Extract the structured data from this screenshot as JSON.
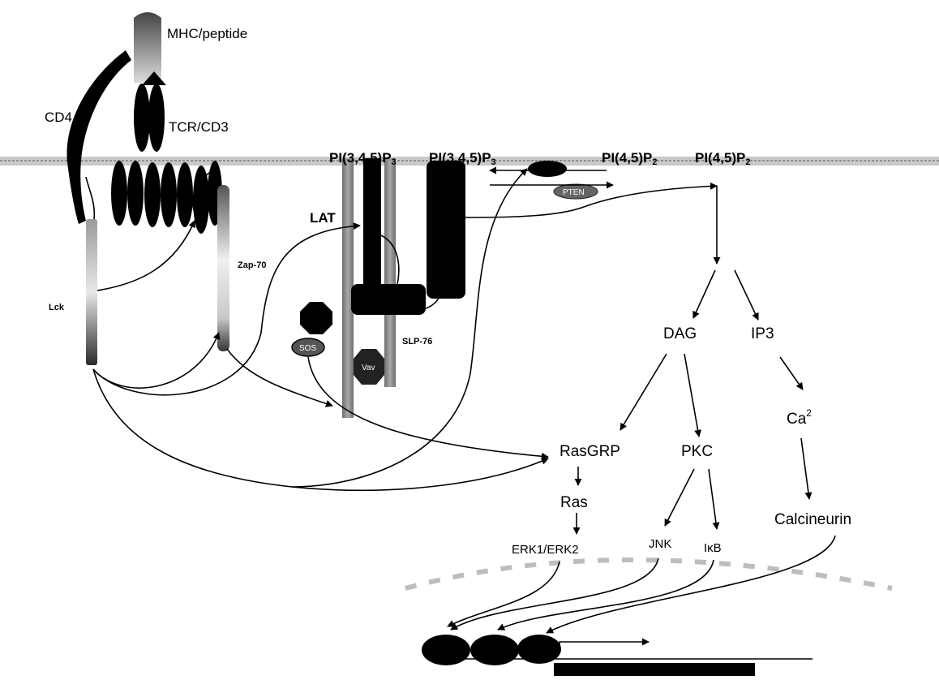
{
  "labels": {
    "mhc_peptide": "MHC/peptide",
    "cd4": "CD4",
    "tcr_cd3": "TCR/CD3",
    "lck": "Lck",
    "zap70": "Zap-70",
    "lat": "LAT",
    "slp76": "SLP-76",
    "sos": "SOS",
    "vav": "Vav",
    "pip3_left": "PI(3,4,5)P",
    "pip3_left_sub": "3",
    "pip3_right": "PI(3,4,5)P",
    "pip3_right_sub": "3",
    "pip2_left": "PI(4,5)P",
    "pip2_left_sub": "2",
    "pip2_right": "PI(4,5)P",
    "pip2_right_sub": "2",
    "pten": "PTEN",
    "dag": "DAG",
    "ip3": "IP3",
    "ca": "Ca",
    "ca_sup": "2",
    "rasgrp": "RasGRP",
    "pkc": "PKC",
    "ras": "Ras",
    "calcineurin": "Calcineurin",
    "erk": "ERK1/ERK2",
    "jnk": "JNK",
    "ikb": "IκB"
  },
  "colors": {
    "ink": "#000000",
    "membrane": "#b8b8b8",
    "lat_bar": "#8a8a8a",
    "background": "#ffffff"
  }
}
